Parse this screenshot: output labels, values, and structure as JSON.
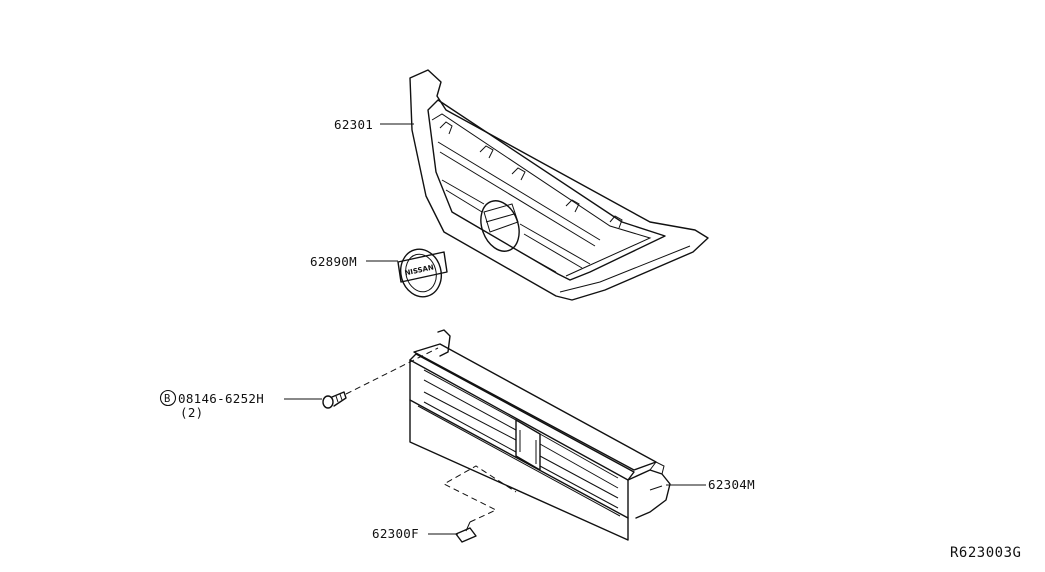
{
  "parts": {
    "grille": {
      "number": "62301"
    },
    "emblem": {
      "number": "62890M",
      "logo_text": "NISSAN"
    },
    "bolt": {
      "number": "08146-6252H",
      "quantity": "(2)",
      "circle_letter": "B"
    },
    "radiator_grille_support": {
      "number": "62304M"
    },
    "clip": {
      "number": "62300F"
    }
  },
  "diagram_ref": "R623003G"
}
